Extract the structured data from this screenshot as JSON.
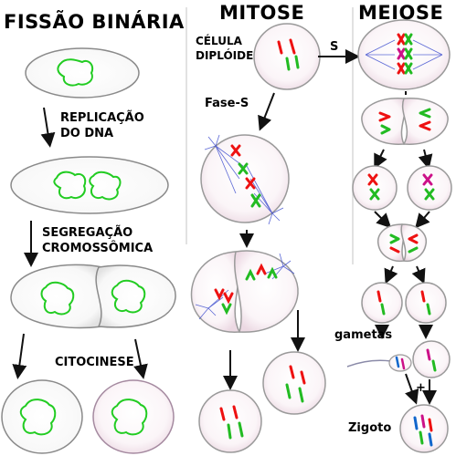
{
  "titles": {
    "binary_fission": "FISSÃO BINÁRIA",
    "mitosis": "MITOSE",
    "meiosis": "MEIOSE"
  },
  "labels": {
    "dna_replication_line1": "REPLICAÇÃO",
    "dna_replication_line2": "DO DNA",
    "chromosome_segregation_line1": "SEGREGAÇÃO",
    "chromosome_segregation_line2": "CROMOSSÔMICA",
    "cytokinesis": "CITOCINESE",
    "diploid_cell_line1": "CÉLULA",
    "diploid_cell_line2": "DIPLÓIDE",
    "s_phase": "Fase-S",
    "s": "S",
    "gametes": "gametas",
    "plus": "+",
    "zygote": "Zigoto"
  },
  "colors": {
    "dna_green": "#22cc22",
    "chromosome_red": "#ee1111",
    "chromosome_green": "#22bb22",
    "chromosome_blue": "#1166cc",
    "chromosome_magenta": "#cc1188",
    "spindle_blue": "#3344cc",
    "cell_outline": "#9a9a9a",
    "cell_fill_edge": "#f2dde8"
  }
}
